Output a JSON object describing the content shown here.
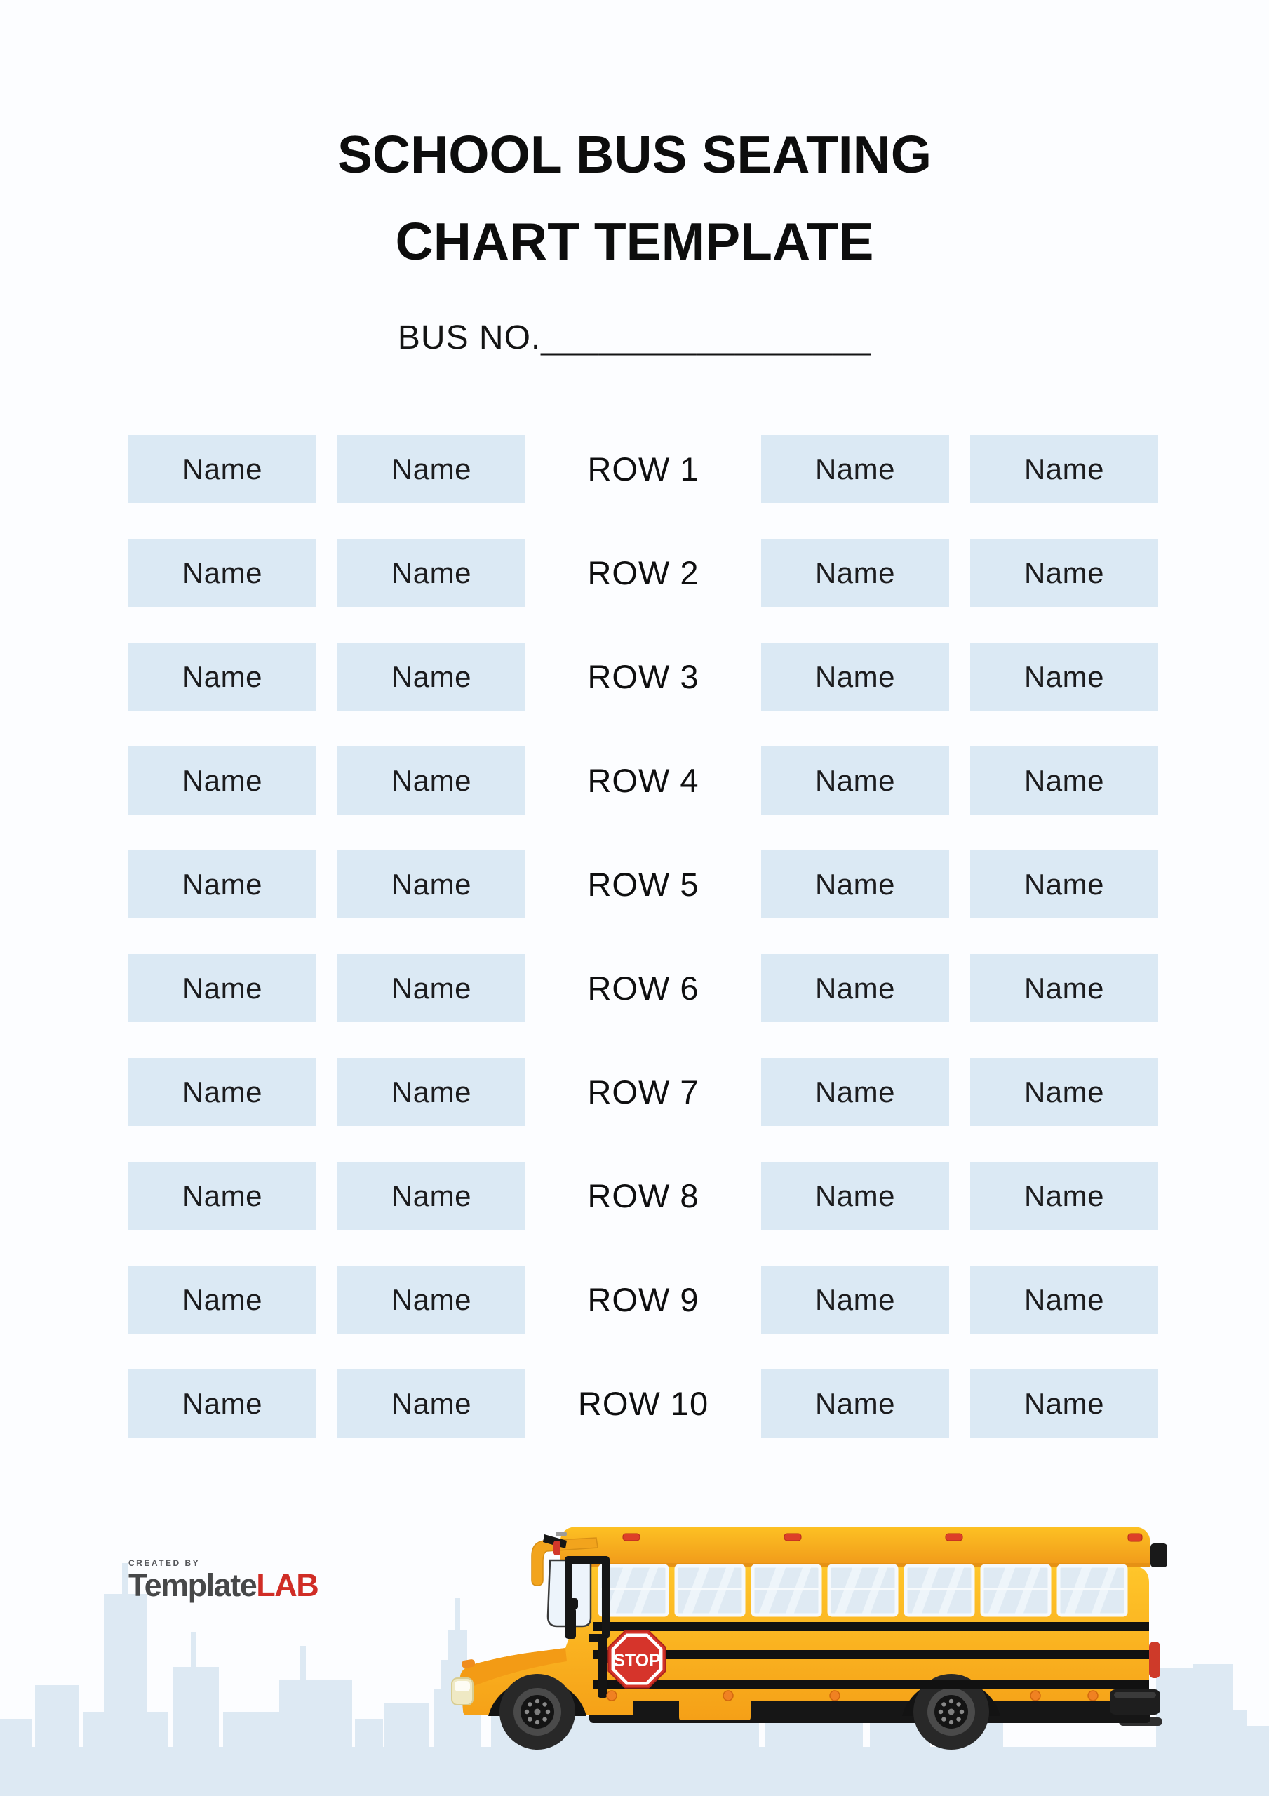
{
  "header": {
    "title_line1": "SCHOOL BUS SEATING",
    "title_line2": "CHART TEMPLATE",
    "bus_no_label": "BUS NO.",
    "bus_no_blank": "_________________"
  },
  "seating_chart": {
    "seat_placeholder": "Name",
    "rows": [
      {
        "label": "ROW 1",
        "seats": [
          "Name",
          "Name",
          "Name",
          "Name"
        ]
      },
      {
        "label": "ROW 2",
        "seats": [
          "Name",
          "Name",
          "Name",
          "Name"
        ]
      },
      {
        "label": "ROW 3",
        "seats": [
          "Name",
          "Name",
          "Name",
          "Name"
        ]
      },
      {
        "label": "ROW 4",
        "seats": [
          "Name",
          "Name",
          "Name",
          "Name"
        ]
      },
      {
        "label": "ROW 5",
        "seats": [
          "Name",
          "Name",
          "Name",
          "Name"
        ]
      },
      {
        "label": "ROW 6",
        "seats": [
          "Name",
          "Name",
          "Name",
          "Name"
        ]
      },
      {
        "label": "ROW 7",
        "seats": [
          "Name",
          "Name",
          "Name",
          "Name"
        ]
      },
      {
        "label": "ROW 8",
        "seats": [
          "Name",
          "Name",
          "Name",
          "Name"
        ]
      },
      {
        "label": "ROW 9",
        "seats": [
          "Name",
          "Name",
          "Name",
          "Name"
        ]
      },
      {
        "label": "ROW 10",
        "seats": [
          "Name",
          "Name",
          "Name",
          "Name"
        ]
      }
    ]
  },
  "footer": {
    "logo": {
      "created_by": "CREATED BY",
      "brand_primary": "Template",
      "brand_accent": "LAB"
    },
    "bus": {
      "stop_sign_label": "STOP"
    }
  },
  "colors": {
    "page_bg": "#fcfdff",
    "seat_fill": "#dbe9f4",
    "skyline": "#dde9f3",
    "bus_yellow_top": "#ffc62a",
    "bus_yellow_bottom": "#f5a017",
    "bus_roof": "#fcb91d",
    "stop_red": "#d6342b",
    "brand_red": "#d02d26",
    "text_black": "#0d0d0d"
  }
}
